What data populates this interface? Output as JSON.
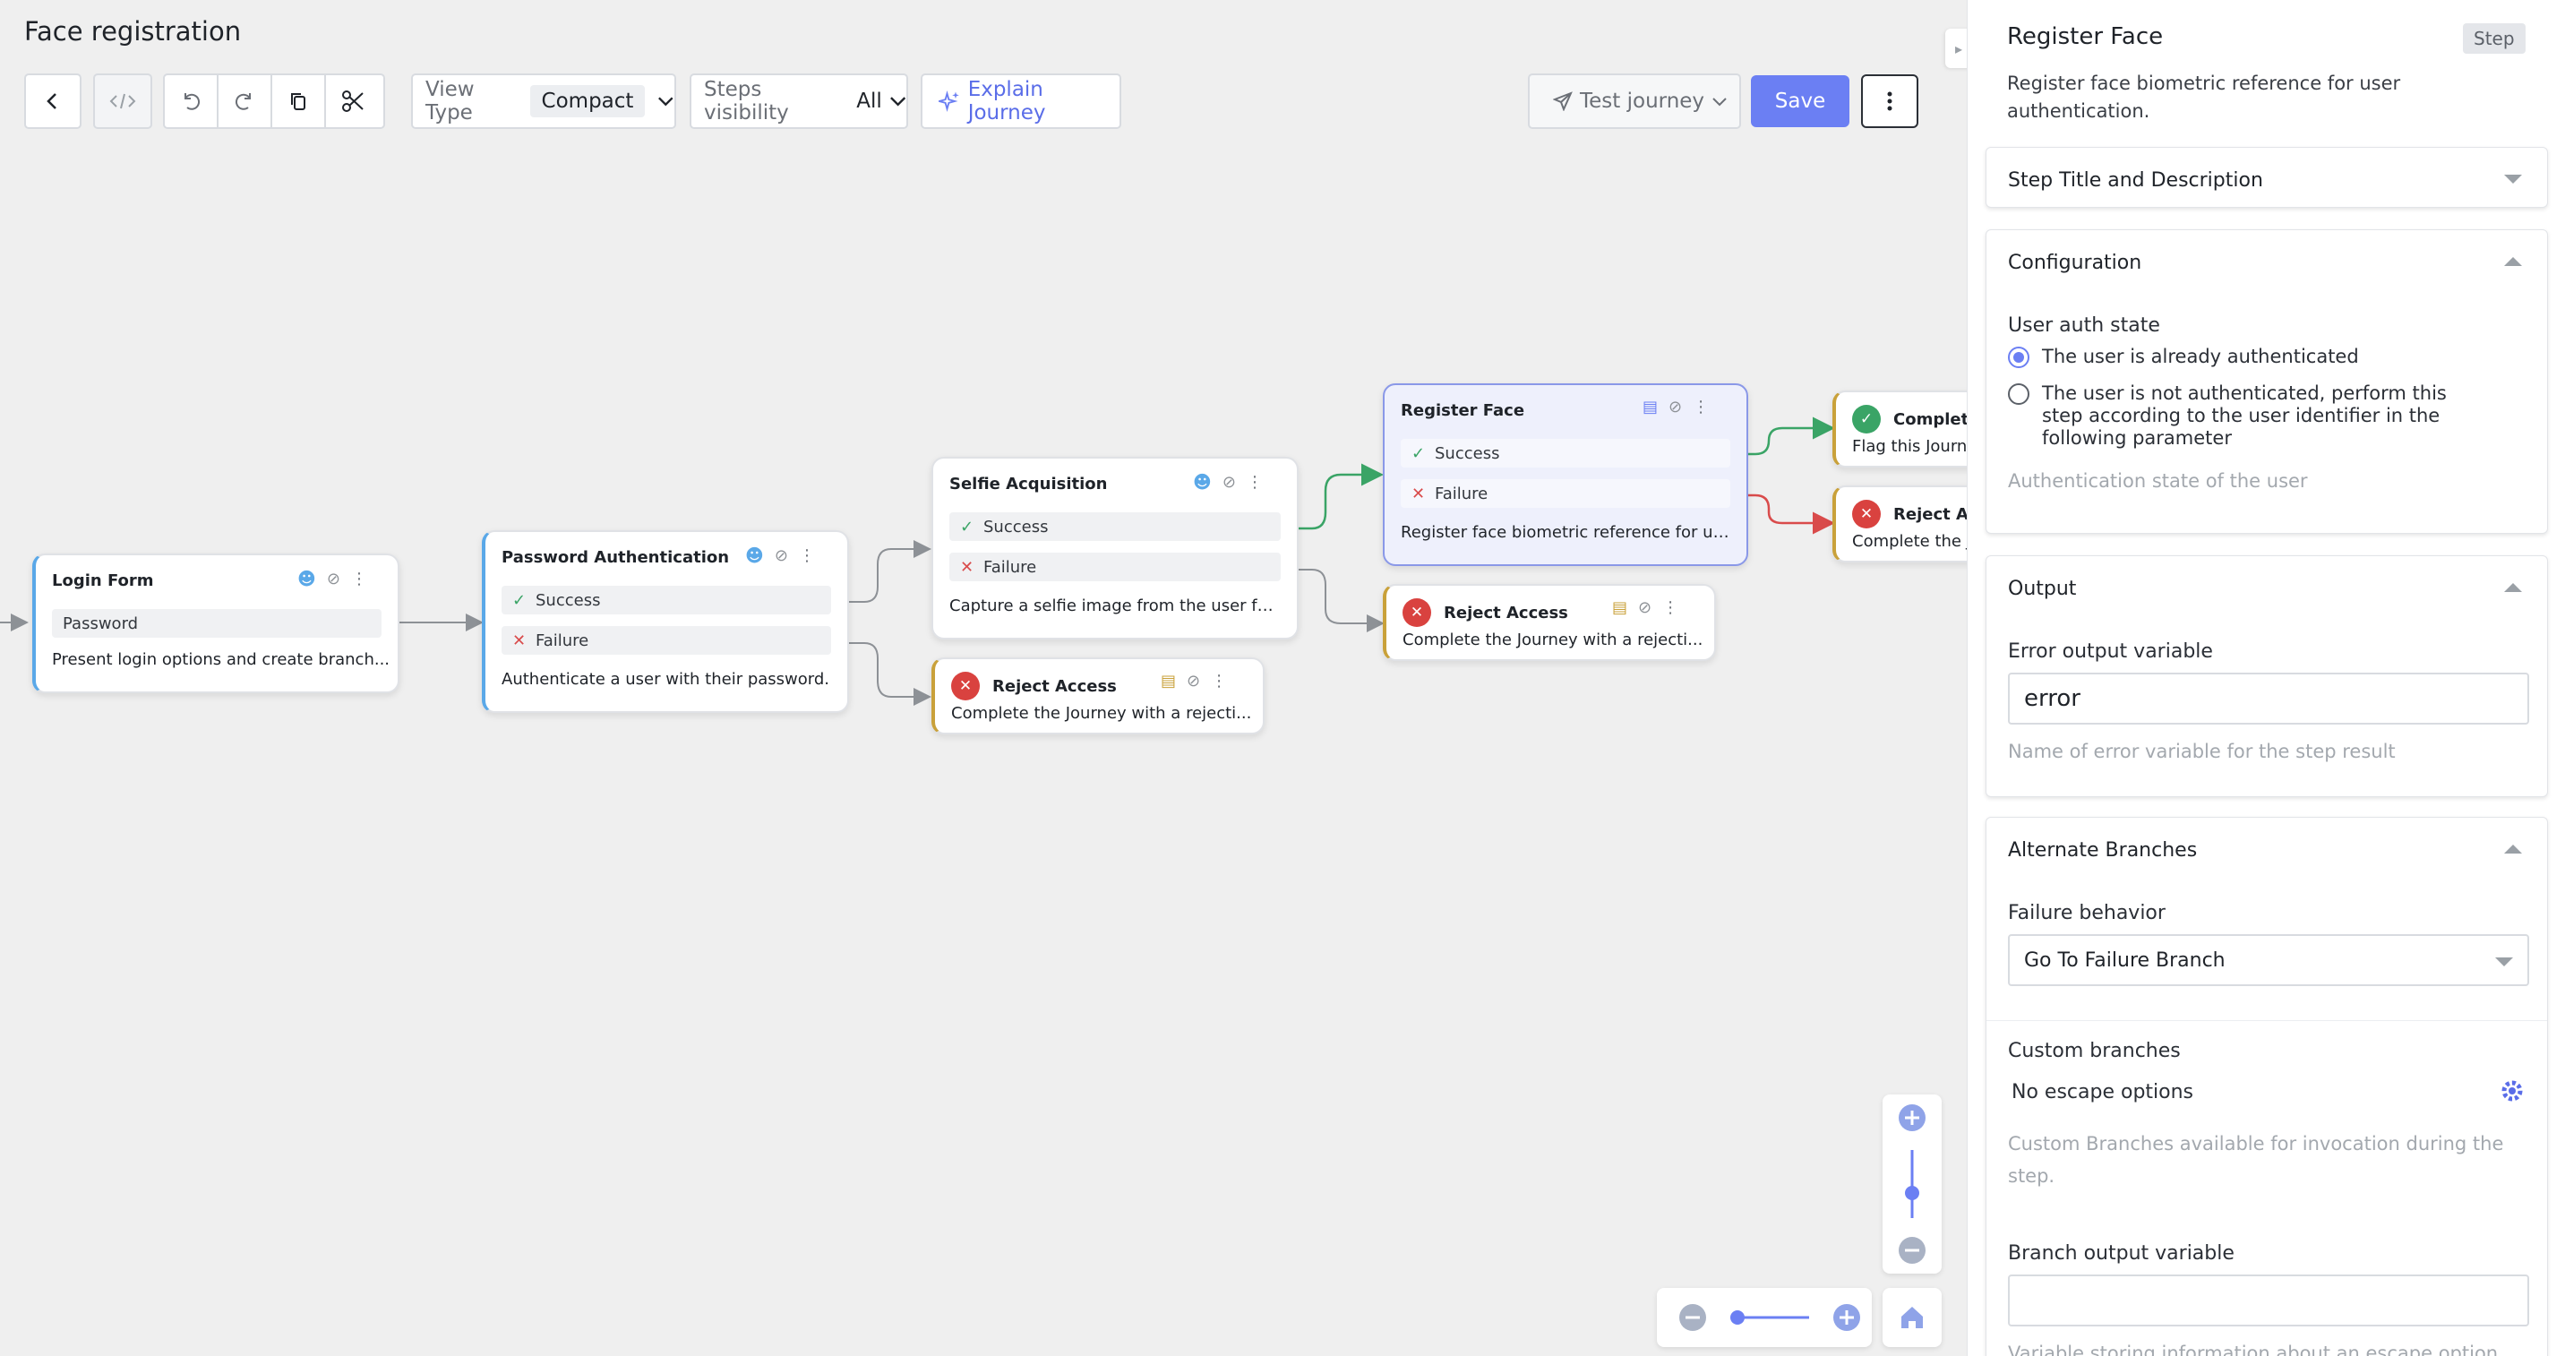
{
  "page": {
    "title": "Face registration"
  },
  "toolbar": {
    "view_type_label": "View Type",
    "view_type_value": "Compact",
    "steps_visibility_label": "Steps visibility",
    "steps_visibility_value": "All",
    "explain_label": "Explain Journey",
    "test_label": "Test journey",
    "save_label": "Save"
  },
  "nodes": {
    "login": {
      "title": "Login Form",
      "row": "Password",
      "desc": "Present login options and create branch..."
    },
    "password": {
      "title": "Password Authentication",
      "success": "Success",
      "failure": "Failure",
      "desc": "Authenticate a user with their password."
    },
    "selfie": {
      "title": "Selfie Acquisition",
      "success": "Success",
      "failure": "Failure",
      "desc": "Capture a selfie image from the user for ..."
    },
    "reject1": {
      "title": "Reject Access",
      "desc": "Complete the Journey with a rejecti..."
    },
    "register": {
      "title": "Register Face",
      "success": "Success",
      "failure": "Failure",
      "desc": "Register face biometric reference for us..."
    },
    "reject2": {
      "title": "Reject Access",
      "desc": "Complete the Journey with a rejecti..."
    },
    "complete": {
      "title": "Complet",
      "desc": "Flag this Journe"
    },
    "reject3": {
      "title": "Reject Ac",
      "desc": "Complete the J"
    }
  },
  "panel": {
    "title": "Register Face",
    "badge": "Step",
    "description": "Register face biometric reference for user authentication.",
    "sections": {
      "title_desc": "Step Title and Description",
      "configuration": "Configuration",
      "output": "Output",
      "alternate": "Alternate Branches"
    },
    "config": {
      "user_auth_label": "User auth state",
      "option1": "The user is already authenticated",
      "option2": "The user is not authenticated, perform this step according to the user identifier in the following parameter",
      "help": "Authentication state of the user"
    },
    "output": {
      "error_label": "Error output variable",
      "error_value": "error",
      "error_help": "Name of error variable for the step result"
    },
    "alternate": {
      "failure_label": "Failure behavior",
      "failure_value": "Go To Failure Branch",
      "custom_label": "Custom branches",
      "custom_value": "No escape options",
      "custom_help": "Custom Branches available for invocation during the step.",
      "branch_output_label": "Branch output variable",
      "branch_output_value": "",
      "branch_output_help": "Variable storing information about an escape option"
    }
  },
  "colors": {
    "accent": "#6b7ff3",
    "success": "#3aa466",
    "failure": "#d94b4b",
    "user_icon": "#5aa8e8"
  }
}
